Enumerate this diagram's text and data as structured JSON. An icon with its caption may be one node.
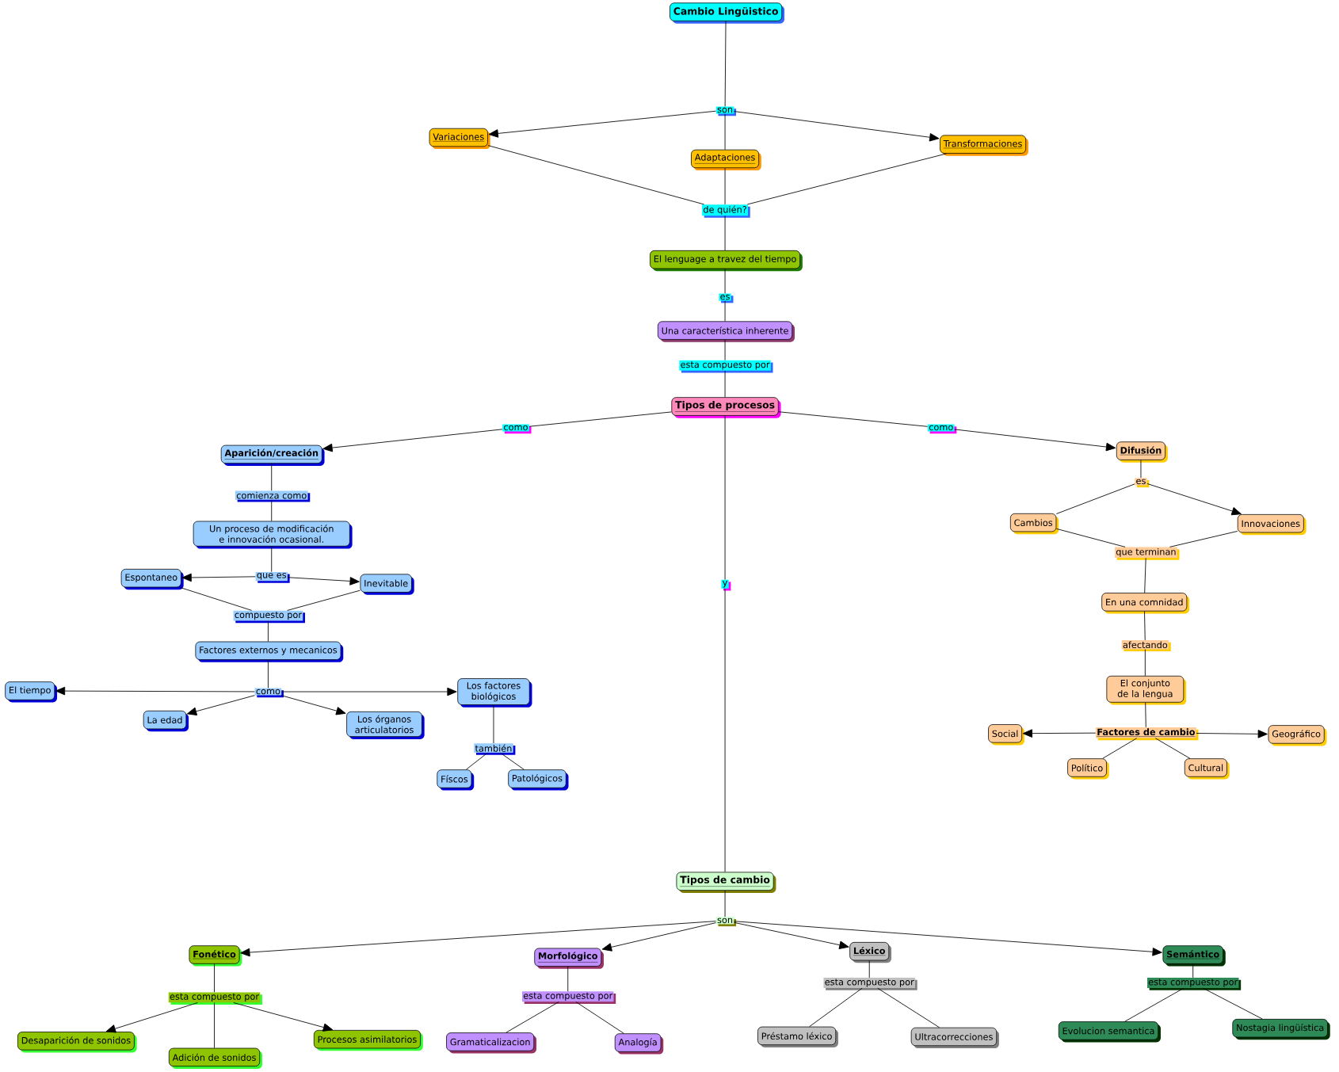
{
  "diagram": {
    "nodes": [
      {
        "text": [
          "Cambio Lingüistico"
        ]
      },
      {
        "text": [
          "son"
        ]
      },
      {
        "text": [
          "Variaciones"
        ]
      },
      {
        "text": [
          "Adaptaciones"
        ]
      },
      {
        "text": [
          "Transformaciones"
        ]
      },
      {
        "text": [
          "de quién?"
        ]
      },
      {
        "text": [
          "El lenguage a travez del tiempo"
        ]
      },
      {
        "text": [
          "es"
        ]
      },
      {
        "text": [
          "Una característica inherente"
        ]
      },
      {
        "text": [
          "esta compuesto por"
        ]
      },
      {
        "text": [
          "Tipos de procesos"
        ]
      },
      {
        "text": [
          "como"
        ]
      },
      {
        "text": [
          "como"
        ]
      },
      {
        "text": [
          "y"
        ]
      },
      {
        "text": [
          "Aparición/creación"
        ]
      },
      {
        "text": [
          "comienza como"
        ]
      },
      {
        "text": [
          "Un proceso de modificación e innovación ocasional."
        ]
      },
      {
        "text": [
          "que es"
        ]
      },
      {
        "text": [
          "Espontaneo"
        ]
      },
      {
        "text": [
          "Inevitable"
        ]
      },
      {
        "text": [
          "compuesto por"
        ]
      },
      {
        "text": [
          "Factores externos y mecanicos"
        ]
      },
      {
        "text": [
          "como"
        ]
      },
      {
        "text": [
          "El tiempo"
        ]
      },
      {
        "text": [
          "La edad"
        ]
      },
      {
        "text": [
          "Los órganos articulatorios"
        ]
      },
      {
        "text": [
          "Los factores biológicos"
        ]
      },
      {
        "text": [
          "también"
        ]
      },
      {
        "text": [
          "Físcos"
        ]
      },
      {
        "text": [
          "Patológicos"
        ]
      },
      {
        "text": [
          "Difusión"
        ]
      },
      {
        "text": [
          "es"
        ]
      },
      {
        "text": [
          "Cambios"
        ]
      },
      {
        "text": [
          "Innovaciones"
        ]
      },
      {
        "text": [
          "que terminan"
        ]
      },
      {
        "text": [
          "En una comnidad"
        ]
      },
      {
        "text": [
          "afectando"
        ]
      },
      {
        "text": [
          "El conjunto de la lengua"
        ]
      },
      {
        "text": [
          "Factores de cambio"
        ]
      },
      {
        "text": [
          "Social"
        ]
      },
      {
        "text": [
          "Geográfico"
        ]
      },
      {
        "text": [
          "Político"
        ]
      },
      {
        "text": [
          "Cultural"
        ]
      },
      {
        "text": [
          "Tipos de cambio"
        ]
      },
      {
        "text": [
          "son"
        ]
      },
      {
        "text": [
          "Fonético"
        ]
      },
      {
        "text": [
          "Morfológico"
        ]
      },
      {
        "text": [
          "Léxico"
        ]
      },
      {
        "text": [
          "Semántico"
        ]
      },
      {
        "text": [
          "esta compuesto por"
        ]
      },
      {
        "text": [
          "esta compuesto por"
        ]
      },
      {
        "text": [
          "esta compuesto por"
        ]
      },
      {
        "text": [
          "esta compuesto por"
        ]
      },
      {
        "text": [
          "Desaparición de sonidos"
        ]
      },
      {
        "text": [
          "Adición de sonidos"
        ]
      },
      {
        "text": [
          "Procesos asimilatorios"
        ]
      },
      {
        "text": [
          "Gramaticalizacion"
        ]
      },
      {
        "text": [
          "Analogía"
        ]
      },
      {
        "text": [
          "Préstamo léxico"
        ]
      },
      {
        "text": [
          "Ultracorrecciones"
        ]
      },
      {
        "text": [
          "Evolucion semantica"
        ]
      },
      {
        "text": [
          "Nostagia lingüística"
        ]
      }
    ],
    "edges": [
      {
        "from": 0,
        "to": 1,
        "arrow": "none"
      },
      {
        "from": 1,
        "to": 2,
        "arrow": "to"
      },
      {
        "from": 1,
        "to": 3,
        "arrow": "none"
      },
      {
        "from": 1,
        "to": 4,
        "arrow": "to"
      },
      {
        "from": 2,
        "to": 5,
        "arrow": "none"
      },
      {
        "from": 3,
        "to": 5,
        "arrow": "none"
      },
      {
        "from": 4,
        "to": 5,
        "arrow": "none"
      },
      {
        "from": 5,
        "to": 6,
        "arrow": "none"
      },
      {
        "from": 6,
        "to": 7,
        "arrow": "none"
      },
      {
        "from": 7,
        "to": 8,
        "arrow": "none"
      },
      {
        "from": 8,
        "to": 9,
        "arrow": "none"
      },
      {
        "from": 9,
        "to": 10,
        "arrow": "none"
      },
      {
        "from": 10,
        "to": 11,
        "arrow": "none"
      },
      {
        "from": 11,
        "to": 14,
        "arrow": "to"
      },
      {
        "from": 10,
        "to": 12,
        "arrow": "none"
      },
      {
        "from": 12,
        "to": 30,
        "arrow": "to"
      },
      {
        "from": 10,
        "to": 13,
        "arrow": "none"
      },
      {
        "from": 13,
        "to": 43,
        "arrow": "none"
      },
      {
        "from": 14,
        "to": 15,
        "arrow": "none"
      },
      {
        "from": 15,
        "to": 16,
        "arrow": "none"
      },
      {
        "from": 16,
        "to": 17,
        "arrow": "none"
      },
      {
        "from": 17,
        "to": 18,
        "arrow": "to"
      },
      {
        "from": 17,
        "to": 19,
        "arrow": "to"
      },
      {
        "from": 18,
        "to": 20,
        "arrow": "none"
      },
      {
        "from": 19,
        "to": 20,
        "arrow": "none"
      },
      {
        "from": 20,
        "to": 21,
        "arrow": "none"
      },
      {
        "from": 21,
        "to": 22,
        "arrow": "none"
      },
      {
        "from": 22,
        "to": 23,
        "arrow": "to"
      },
      {
        "from": 22,
        "to": 24,
        "arrow": "to"
      },
      {
        "from": 22,
        "to": 25,
        "arrow": "to"
      },
      {
        "from": 22,
        "to": 26,
        "arrow": "to"
      },
      {
        "from": 26,
        "to": 27,
        "arrow": "none"
      },
      {
        "from": 27,
        "to": 28,
        "arrow": "none"
      },
      {
        "from": 27,
        "to": 29,
        "arrow": "none"
      },
      {
        "from": 30,
        "to": 31,
        "arrow": "none"
      },
      {
        "from": 31,
        "to": 32,
        "arrow": "none"
      },
      {
        "from": 31,
        "to": 33,
        "arrow": "to"
      },
      {
        "from": 32,
        "to": 34,
        "arrow": "none"
      },
      {
        "from": 33,
        "to": 34,
        "arrow": "none"
      },
      {
        "from": 34,
        "to": 35,
        "arrow": "none"
      },
      {
        "from": 35,
        "to": 36,
        "arrow": "none"
      },
      {
        "from": 36,
        "to": 37,
        "arrow": "none"
      },
      {
        "from": 37,
        "to": 38,
        "arrow": "none"
      },
      {
        "from": 38,
        "to": 39,
        "arrow": "to"
      },
      {
        "from": 38,
        "to": 40,
        "arrow": "to"
      },
      {
        "from": 38,
        "to": 41,
        "arrow": "none"
      },
      {
        "from": 38,
        "to": 42,
        "arrow": "none"
      },
      {
        "from": 43,
        "to": 44,
        "arrow": "none"
      },
      {
        "from": 44,
        "to": 45,
        "arrow": "to"
      },
      {
        "from": 44,
        "to": 46,
        "arrow": "to"
      },
      {
        "from": 44,
        "to": 47,
        "arrow": "to"
      },
      {
        "from": 44,
        "to": 48,
        "arrow": "to"
      },
      {
        "from": 45,
        "to": 49,
        "arrow": "none"
      },
      {
        "from": 49,
        "to": 53,
        "arrow": "to"
      },
      {
        "from": 49,
        "to": 54,
        "arrow": "none"
      },
      {
        "from": 49,
        "to": 55,
        "arrow": "to"
      },
      {
        "from": 46,
        "to": 50,
        "arrow": "none"
      },
      {
        "from": 50,
        "to": 56,
        "arrow": "none"
      },
      {
        "from": 50,
        "to": 57,
        "arrow": "none"
      },
      {
        "from": 47,
        "to": 51,
        "arrow": "none"
      },
      {
        "from": 51,
        "to": 58,
        "arrow": "none"
      },
      {
        "from": 51,
        "to": 59,
        "arrow": "none"
      },
      {
        "from": 48,
        "to": 52,
        "arrow": "none"
      },
      {
        "from": 52,
        "to": 60,
        "arrow": "none"
      },
      {
        "from": 52,
        "to": 61,
        "arrow": "none"
      }
    ]
  }
}
